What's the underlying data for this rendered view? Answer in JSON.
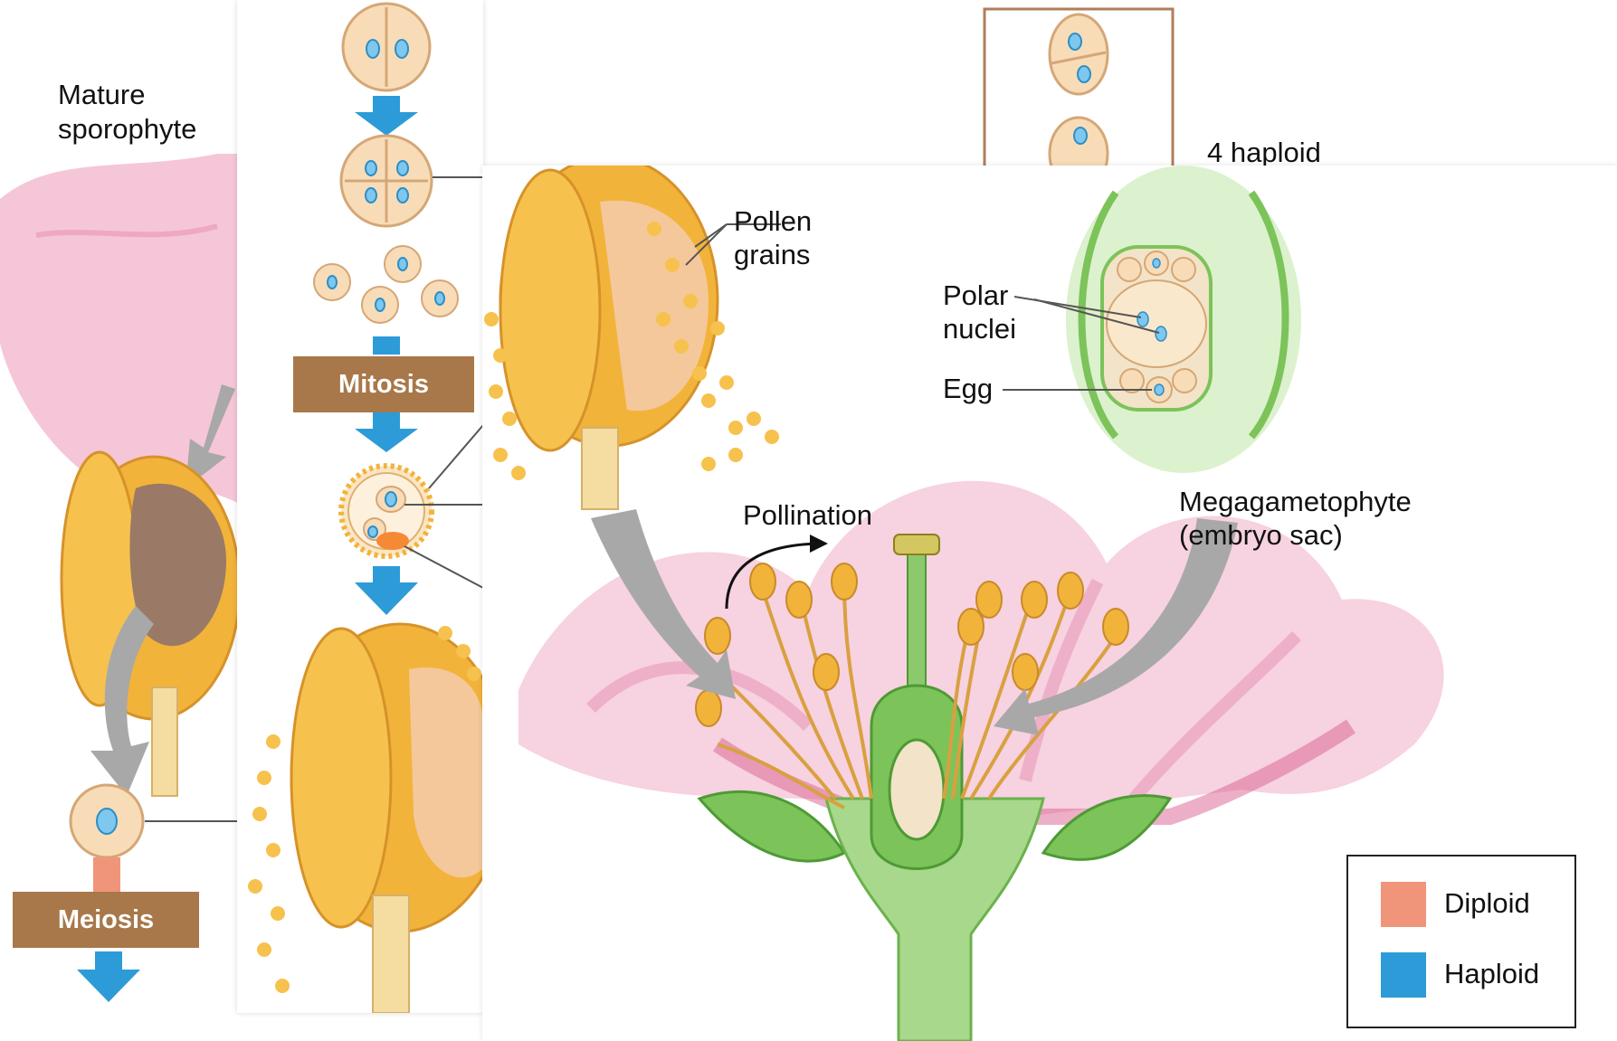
{
  "labels": {
    "mature_sporophyte_line1": "Mature",
    "mature_sporophyte_line2": "sporophyte",
    "meiosis": "Meiosis",
    "mitosis": "Mitosis",
    "four_haploid_partial": "4 haploid",
    "pollen_grains_line1": "Pollen",
    "pollen_grains_line2": "grains",
    "polar_nuclei_line1": "Polar",
    "polar_nuclei_line2": "nuclei",
    "egg": "Egg",
    "pollination": "Pollination",
    "megagametophyte_line1": "Megagametophyte",
    "megagametophyte_line2": "(embryo sac)"
  },
  "legend": {
    "items": [
      {
        "label": "Diploid",
        "color": "#f0957a"
      },
      {
        "label": "Haploid",
        "color": "#2d9bd8"
      }
    ]
  },
  "colors": {
    "process_box": "#a8784a",
    "flow_arrow": "#2d9bd8",
    "gray_arrow": "#a8a8a8",
    "anther": "#f2b33a",
    "petal": "#f3bfd4",
    "pistil": "#7cc35a"
  }
}
